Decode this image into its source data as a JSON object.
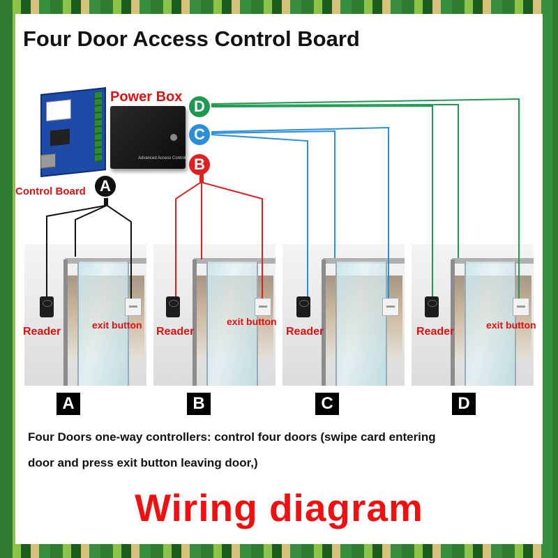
{
  "title": "Four Door Access Control Board",
  "labels": {
    "power_box": "Power Box",
    "control_board": "Control Board",
    "board_marking": "Advanced Access Control"
  },
  "buses": [
    {
      "letter": "A",
      "color": "#111111"
    },
    {
      "letter": "B",
      "color": "#e02020"
    },
    {
      "letter": "C",
      "color": "#2a8fd8"
    },
    {
      "letter": "D",
      "color": "#1e9a50"
    }
  ],
  "doors": [
    {
      "tag": "A",
      "reader_label": "Reader",
      "exit_label": "exit button"
    },
    {
      "tag": "B",
      "reader_label": "Reader",
      "exit_label": "exit button"
    },
    {
      "tag": "C",
      "reader_label": "Reader",
      "exit_label": ""
    },
    {
      "tag": "D",
      "reader_label": "Reader",
      "exit_label": "exit button"
    }
  ],
  "description": {
    "line1": "Four Doors one-way controllers: control four doors (swipe card entering",
    "line2": "door and press exit button leaving door,)"
  },
  "footer": "Wiring diagram"
}
